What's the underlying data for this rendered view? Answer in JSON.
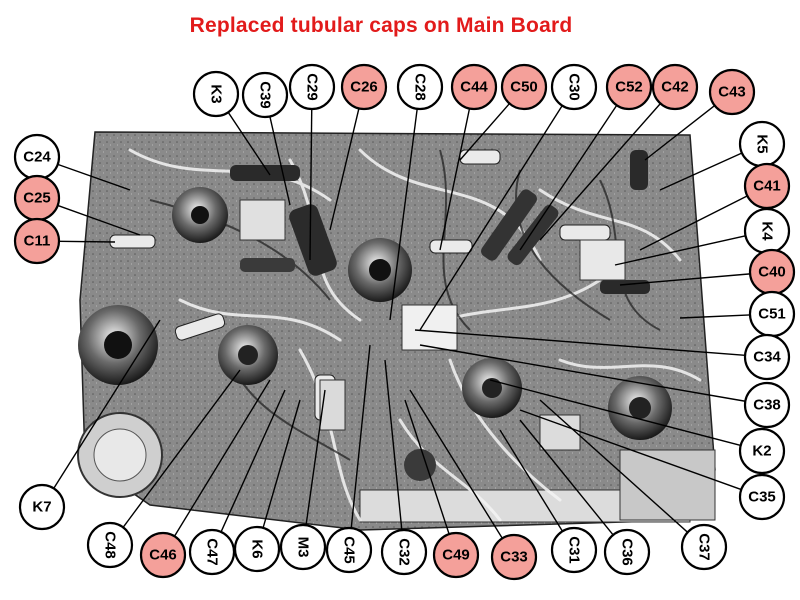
{
  "title": "Replaced tubular caps on Main Board",
  "colors": {
    "title": "#e21b1b",
    "replaced_fill": "#f4a09a",
    "normal_fill": "#ffffff",
    "outline": "#000000"
  },
  "callouts": [
    {
      "id": "K3",
      "label": "K3",
      "replaced": false
    },
    {
      "id": "C39",
      "label": "C39",
      "replaced": false
    },
    {
      "id": "C29",
      "label": "C29",
      "replaced": false
    },
    {
      "id": "C26",
      "label": "C26",
      "replaced": true
    },
    {
      "id": "C28",
      "label": "C28",
      "replaced": false
    },
    {
      "id": "C44",
      "label": "C44",
      "replaced": true
    },
    {
      "id": "C50",
      "label": "C50",
      "replaced": true
    },
    {
      "id": "C30",
      "label": "C30",
      "replaced": false
    },
    {
      "id": "C52",
      "label": "C52",
      "replaced": true
    },
    {
      "id": "C42",
      "label": "C42",
      "replaced": true
    },
    {
      "id": "C43",
      "label": "C43",
      "replaced": true
    },
    {
      "id": "C24",
      "label": "C24",
      "replaced": false
    },
    {
      "id": "C25",
      "label": "C25",
      "replaced": true
    },
    {
      "id": "C11",
      "label": "C11",
      "replaced": true
    },
    {
      "id": "K5",
      "label": "K5",
      "replaced": false
    },
    {
      "id": "C41",
      "label": "C41",
      "replaced": true
    },
    {
      "id": "K4",
      "label": "K4",
      "replaced": false
    },
    {
      "id": "C40",
      "label": "C40",
      "replaced": true
    },
    {
      "id": "C51",
      "label": "C51",
      "replaced": false
    },
    {
      "id": "C34",
      "label": "C34",
      "replaced": false
    },
    {
      "id": "C38",
      "label": "C38",
      "replaced": false
    },
    {
      "id": "K2",
      "label": "K2",
      "replaced": false
    },
    {
      "id": "C35",
      "label": "C35",
      "replaced": false
    },
    {
      "id": "K7",
      "label": "K7",
      "replaced": false
    },
    {
      "id": "C48",
      "label": "C48",
      "replaced": false
    },
    {
      "id": "C46",
      "label": "C46",
      "replaced": true
    },
    {
      "id": "C47",
      "label": "C47",
      "replaced": false
    },
    {
      "id": "K6",
      "label": "K6",
      "replaced": false
    },
    {
      "id": "M3",
      "label": "M3",
      "replaced": false
    },
    {
      "id": "C45",
      "label": "C45",
      "replaced": false
    },
    {
      "id": "C32",
      "label": "C32",
      "replaced": false
    },
    {
      "id": "C49",
      "label": "C49",
      "replaced": true
    },
    {
      "id": "C33",
      "label": "C33",
      "replaced": true
    },
    {
      "id": "C31",
      "label": "C31",
      "replaced": false
    },
    {
      "id": "C36",
      "label": "C36",
      "replaced": false
    },
    {
      "id": "C37",
      "label": "C37",
      "replaced": false
    }
  ]
}
